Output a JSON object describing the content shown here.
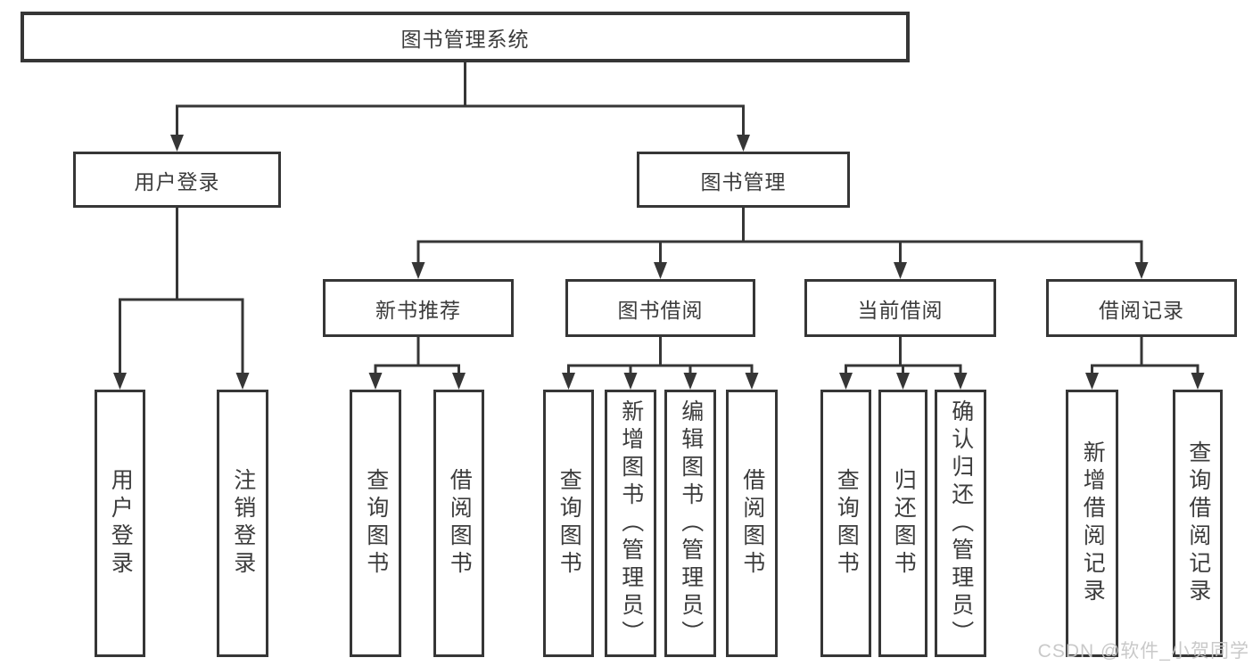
{
  "nodes": {
    "root": "图书管理系统",
    "level2": [
      "用户登录",
      "图书管理"
    ],
    "level3": [
      "新书推荐",
      "图书借阅",
      "当前借阅",
      "借阅记录"
    ],
    "leaves_user_login": [
      "用户登录",
      "注销登录"
    ],
    "leaves_new_book": [
      "查询图书",
      "借阅图书"
    ],
    "leaves_book_borrow": [
      "查询图书",
      "新增图书（管理员）",
      "编辑图书（管理员）",
      "借阅图书"
    ],
    "leaves_current_borrow": [
      "查询图书",
      "归还图书",
      "确认归还（管理员）"
    ],
    "leaves_borrow_record": [
      "新增借阅记录",
      "查询借阅记录"
    ]
  },
  "watermark": "CSDN @软件_小贺同学",
  "colors": {
    "line": "#363636",
    "box_border": "#363636",
    "text": "#3c3c3c",
    "watermark": "#c6c6c6",
    "background": "#ffffff"
  }
}
